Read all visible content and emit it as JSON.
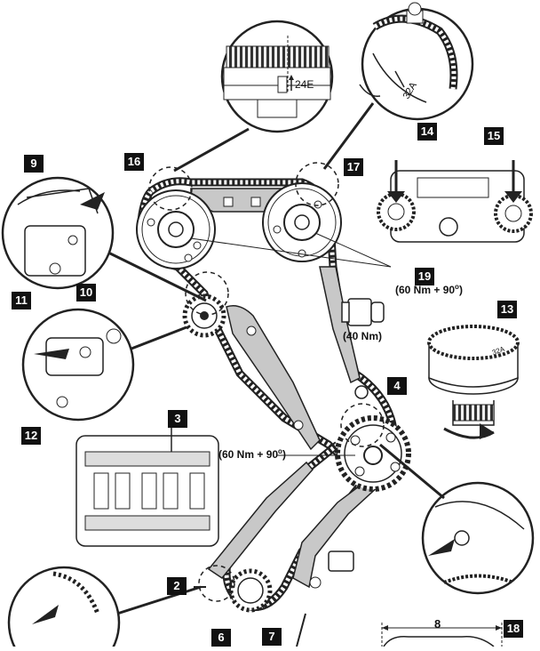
{
  "callouts": {
    "c2": "2",
    "c3": "3",
    "c4": "4",
    "c6": "6",
    "c7": "7",
    "c8": "8",
    "c9": "9",
    "c10": "10",
    "c11": "11",
    "c12": "12",
    "c13": "13",
    "c14": "14",
    "c15": "15",
    "c16": "16",
    "c17": "17",
    "c18": "18",
    "c19": "19"
  },
  "torque": {
    "camshaft_bolts": {
      "value": "(60 Nm + 90",
      "deg": "o",
      "close": ")"
    },
    "crank_bolt": {
      "value": "(60 Nm + 90",
      "deg": "o",
      "close": ")"
    },
    "tensioner": "(40 Nm)"
  },
  "markings": {
    "top_detail": "24E",
    "right_detail": "32A",
    "adjuster": "32A"
  }
}
